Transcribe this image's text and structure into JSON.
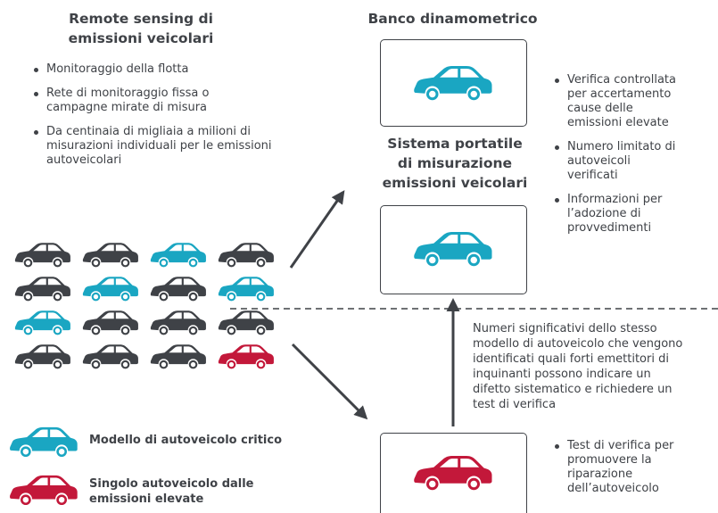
{
  "colors": {
    "dark": "#3f4247",
    "cyan": "#1aa6c2",
    "red": "#c3183a"
  },
  "icons": {
    "car": "car-icon",
    "arrow": "arrow-icon"
  },
  "remote_sensing": {
    "title_line1": "Remote sensing di",
    "title_line2": "emissioni veicolari",
    "bullets": [
      "Monitoraggio della flotta",
      "Rete di monitoraggio fissa o campagne mirate di misura",
      "Da centinaia di migliaia a milioni di misurazioni individuali per le emissioni autoveicolari"
    ]
  },
  "dyno": {
    "title": "Banco dinamometrico",
    "bullets": [
      "Verifica controllata per accertamento cause delle emissioni elevate",
      "Numero limitato di autoveicoli verificati",
      "Informazioni per l’adozione di provvedimenti"
    ]
  },
  "pems": {
    "title_line1": "Sistema portatile",
    "title_line2": "di misurazione",
    "title_line3": "emissioni veicolari"
  },
  "fleet_grid": [
    [
      "dark",
      "dark",
      "cyan",
      "dark"
    ],
    [
      "dark",
      "cyan",
      "dark",
      "cyan"
    ],
    [
      "cyan",
      "dark",
      "dark",
      "dark"
    ],
    [
      "dark",
      "dark",
      "dark",
      "red"
    ]
  ],
  "note": "Numeri significativi dello stesso modello di autoveicolo che vengono identificati quali forti emettitori di inquinanti possono indicare un difetto sistematico e richiedere un test di verifica",
  "verification": {
    "bullets": [
      "Test di verifica per promuovere la riparazione dell’autoveicolo"
    ]
  },
  "legend": {
    "critical_model": "Modello di autoveicolo critico",
    "high_emitter_line1": "Singolo autoveicolo dalle",
    "high_emitter_line2": "emissioni elevate"
  }
}
